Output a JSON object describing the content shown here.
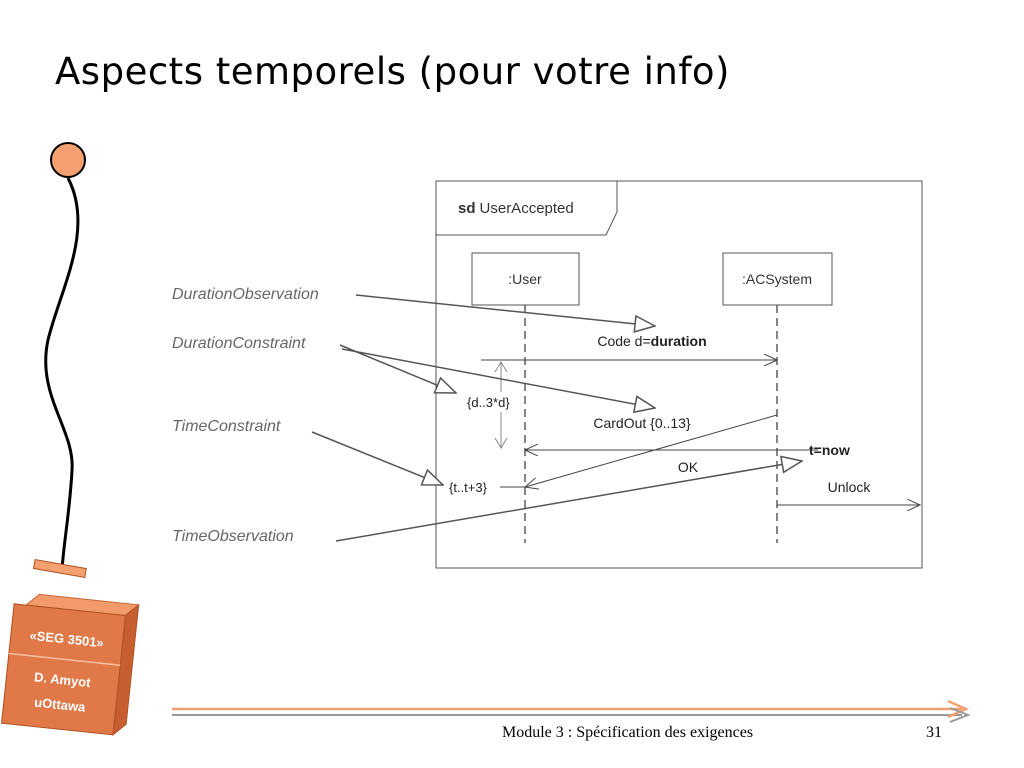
{
  "slide": {
    "title": "Aspects temporels (pour votre info)",
    "footer": "Module 3 : Spécification des exigences",
    "page_number": "31"
  },
  "logo": {
    "course": "«SEG 3501»",
    "author": "D. Amyot",
    "institution": "uOttawa"
  },
  "diagram": {
    "frame_keyword": "sd",
    "frame_name": "UserAccepted",
    "lifelines": [
      ":User",
      ":ACSystem"
    ],
    "messages": {
      "code_prefix": "Code d=",
      "code_bold": "duration",
      "cardout": "CardOut {0..13}",
      "ok": "OK",
      "unlock": "Unlock",
      "t_now": "t=now"
    },
    "constraints": {
      "duration": "{d..3*d}",
      "time": "{t..t+3}"
    },
    "annotations": {
      "duration_observation": "DurationObservation",
      "duration_constraint": "DurationConstraint",
      "time_constraint": "TimeConstraint",
      "time_observation": "TimeObservation"
    }
  },
  "colors": {
    "accent_orange": "#F4A070",
    "logo_orange": "#E07848",
    "annotation_gray": "#666666"
  }
}
